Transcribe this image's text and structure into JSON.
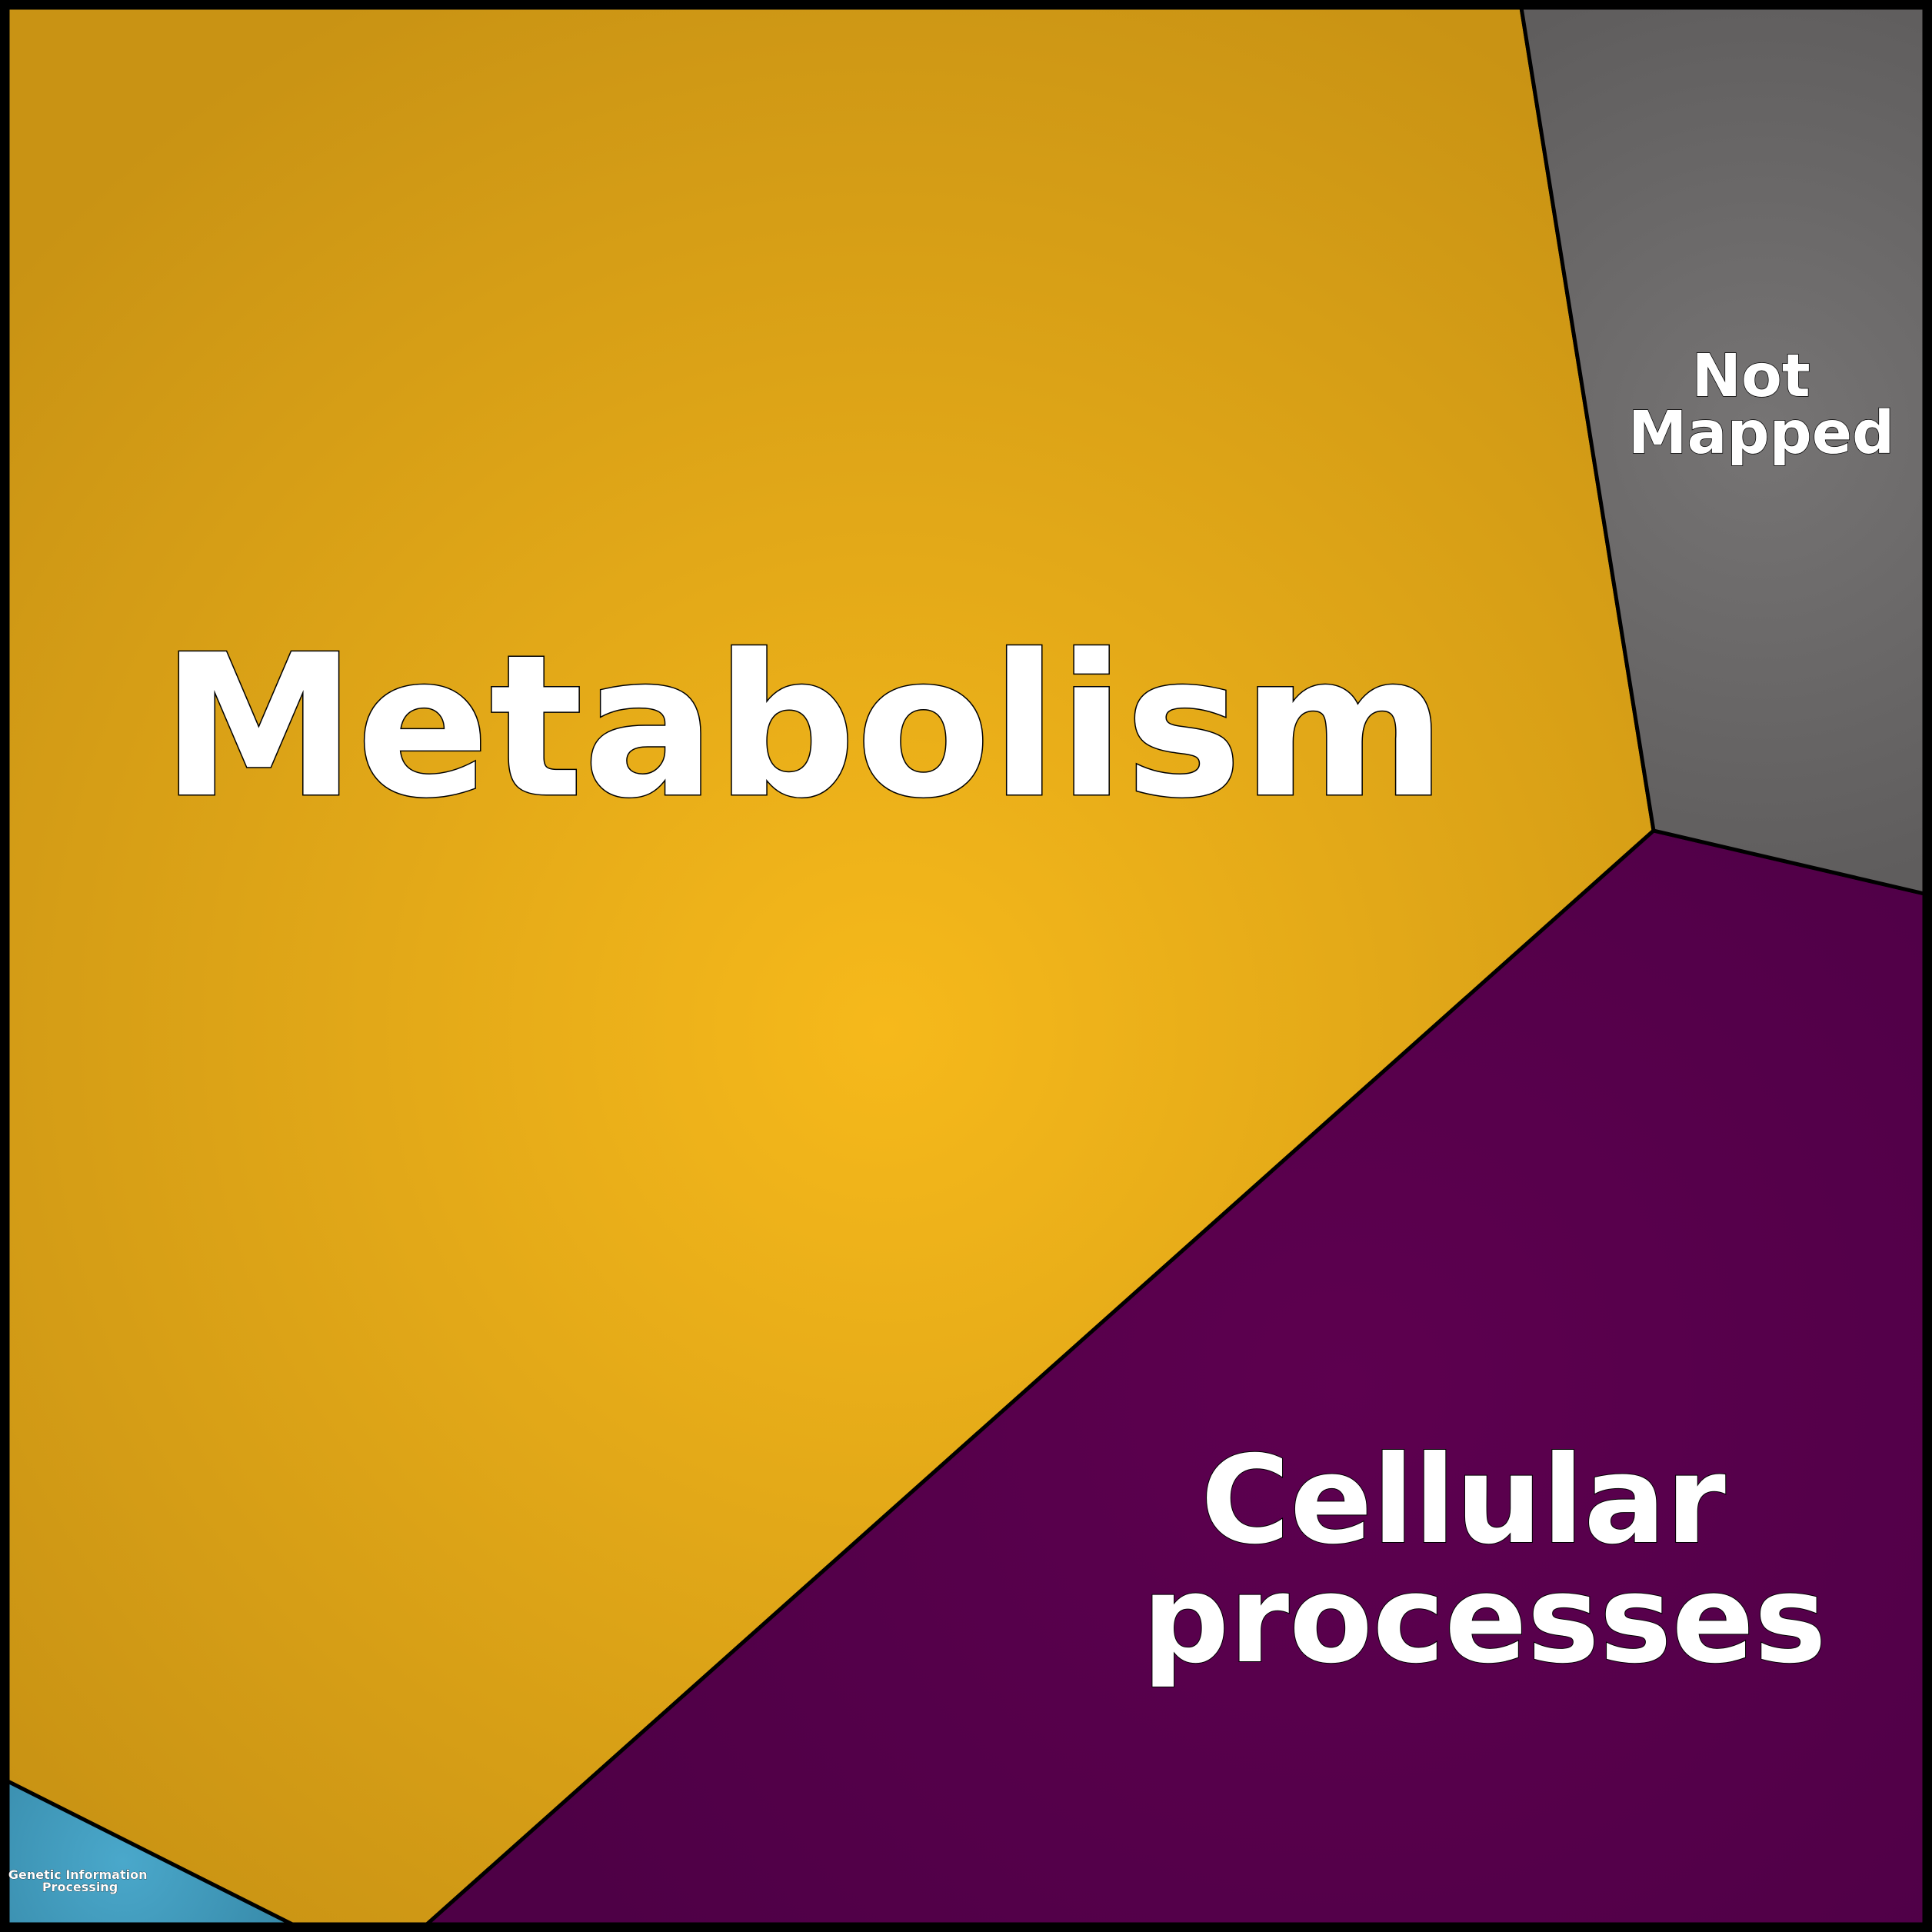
{
  "diagram": {
    "type": "voronoi-treemap",
    "regions": [
      {
        "id": "metabolism",
        "lines": [
          "Metabolism"
        ],
        "color_center": "#f6b91b",
        "color_edge": "#c99314"
      },
      {
        "id": "cellular-processes",
        "lines": [
          "Cellular",
          "processes"
        ],
        "color_center": "#5d004f",
        "color_edge": "#4e0046"
      },
      {
        "id": "not-mapped",
        "lines": [
          "Not",
          "Mapped"
        ],
        "color_center": "#767474",
        "color_edge": "#5f5d5d"
      },
      {
        "id": "genetic-information-processing",
        "lines": [
          "Genetic Information",
          "Processing"
        ],
        "color_center": "#4aa8cb",
        "color_edge": "#3586a5"
      }
    ],
    "border_color": "#000000"
  }
}
